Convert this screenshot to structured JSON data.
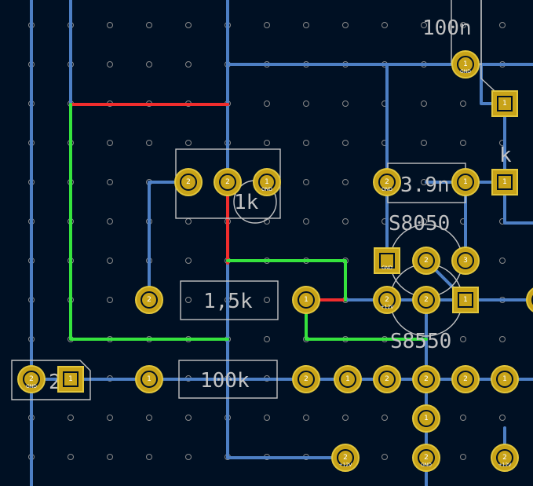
{
  "colors": {
    "background": "#001023",
    "wire_blue": "#4d7fc4",
    "wire_red": "#f02d2d",
    "wire_green": "#35e33d",
    "pad_copper": "#c8a318",
    "pad_ring": "#e2c63c",
    "silkscreen": "#c2c2c2",
    "grid_dot": "#8a8a8a"
  },
  "labels": {
    "cap_100n": "100n",
    "pot_1k": "1k",
    "cap_3_9n": "3.9n",
    "transistor_s8050": "S8050",
    "res_1_5k": "1,5k",
    "transistor_s8550": "S8550",
    "res_100k": "100k",
    "k_partial": "k",
    "conn_2": "2"
  },
  "pad_labels": {
    "gnd": "GND",
    "v12": "+12V",
    "pin1": "1",
    "pin2": "2",
    "pin3": "3"
  }
}
